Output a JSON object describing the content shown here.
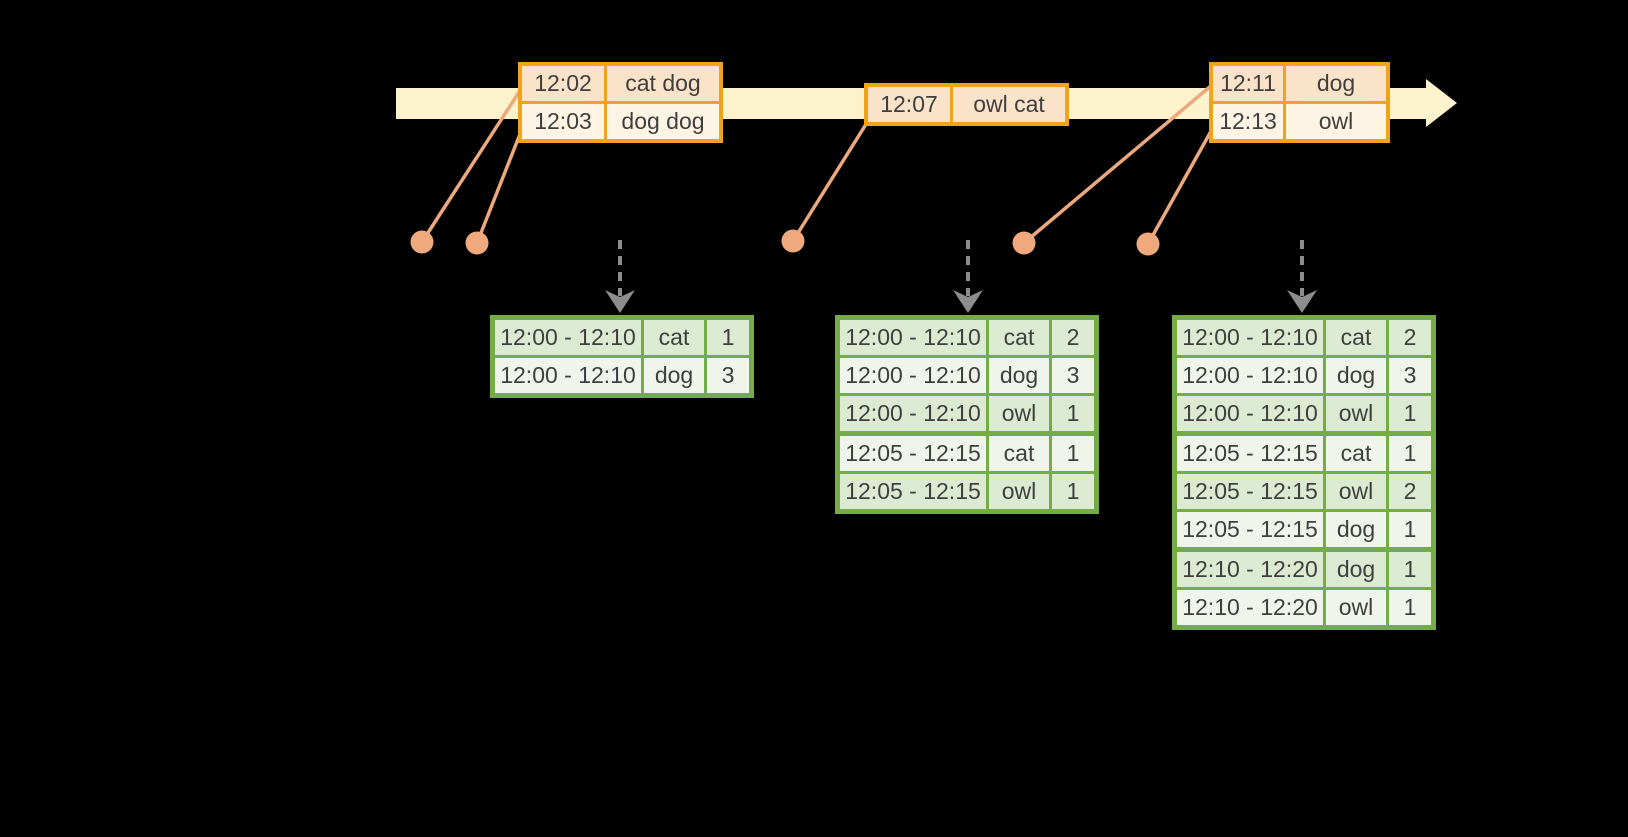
{
  "colors": {
    "background": "#000000",
    "timeline_fill": "#fcf2cc",
    "event_table_border": "#f0a41c",
    "event_row_dark": "#fae3c8",
    "event_row_light": "#fdf4e3",
    "result_table_border": "#74ad47",
    "result_row_dark": "#dcead2",
    "result_row_light": "#eff5eb",
    "connector_line": "#eda87e",
    "event_dot": "#f0a97c",
    "dashed_arrow": "#8d8d8d",
    "text": "#3f3f3f"
  },
  "icons": {
    "timeline_arrow": "right-arrow",
    "result_pointer": "down-arrow",
    "event_marker": "dot"
  },
  "event_tables": [
    {
      "rows": [
        {
          "time": "12:02",
          "words": "cat dog"
        },
        {
          "time": "12:03",
          "words": "dog dog"
        }
      ]
    },
    {
      "rows": [
        {
          "time": "12:07",
          "words": "owl cat"
        }
      ]
    },
    {
      "rows": [
        {
          "time": "12:11",
          "words": "dog"
        },
        {
          "time": "12:13",
          "words": "owl"
        }
      ]
    }
  ],
  "result_tables": [
    {
      "rows": [
        {
          "window": "12:00 - 12:10",
          "word": "cat",
          "count": "1"
        },
        {
          "window": "12:00 - 12:10",
          "word": "dog",
          "count": "3"
        }
      ]
    },
    {
      "rows": [
        {
          "window": "12:00 - 12:10",
          "word": "cat",
          "count": "2"
        },
        {
          "window": "12:00 - 12:10",
          "word": "dog",
          "count": "3"
        },
        {
          "window": "12:00 - 12:10",
          "word": "owl",
          "count": "1"
        },
        {
          "window": "12:05 - 12:15",
          "word": "cat",
          "count": "1"
        },
        {
          "window": "12:05 - 12:15",
          "word": "owl",
          "count": "1"
        }
      ]
    },
    {
      "rows": [
        {
          "window": "12:00 - 12:10",
          "word": "cat",
          "count": "2"
        },
        {
          "window": "12:00 - 12:10",
          "word": "dog",
          "count": "3"
        },
        {
          "window": "12:00 - 12:10",
          "word": "owl",
          "count": "1"
        },
        {
          "window": "12:05 - 12:15",
          "word": "cat",
          "count": "1"
        },
        {
          "window": "12:05 - 12:15",
          "word": "owl",
          "count": "2"
        },
        {
          "window": "12:05 - 12:15",
          "word": "dog",
          "count": "1"
        },
        {
          "window": "12:10 - 12:20",
          "word": "dog",
          "count": "1"
        },
        {
          "window": "12:10 - 12:20",
          "word": "owl",
          "count": "1"
        }
      ]
    }
  ]
}
